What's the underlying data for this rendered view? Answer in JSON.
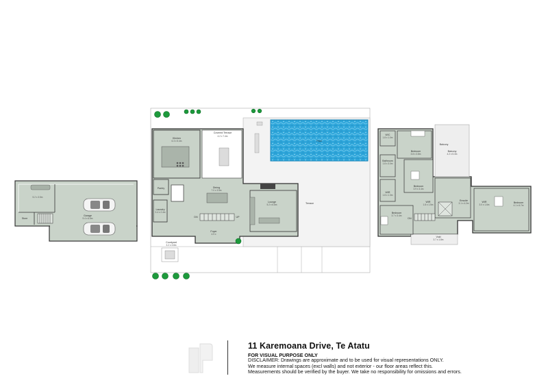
{
  "title": "11 Karemoana Drive, Te Atatu",
  "purpose_note": "FOR VISUAL PURPOSE ONLY",
  "disclaimer": {
    "label": "DISCLAIMER:",
    "line1": "Drawings are approximate and to be used for visual representations ONLY.",
    "line2": "We measure internal spaces (excl walls) and not exterior - our floor areas reflect this.",
    "line3": "Measurements should be verified by the buyer. We take no responsibility for omissions and errors."
  },
  "garage_plan": {
    "store": "Store",
    "room_size": "5.2 x 3.5m",
    "garage": "Garage",
    "garage_size": "9.4 x 6.5m"
  },
  "ground_floor": {
    "kitchen": "Kitchen",
    "kitchen_size": "6.3 x 5.4m",
    "covered_terrace": "Covered Terrace",
    "covered_terrace_size": "4.2 x 7.4m",
    "pool": "Pool",
    "pantry": "Pantry",
    "dining": "Dining",
    "dining_size": "7.0 x 3.5m",
    "lounge": "Lounge",
    "lounge_size": "5.2 x 6.6m",
    "terrace": "Terrace",
    "foyer": "Foyer",
    "foyer_size": "4.9 x",
    "laundry": "Laundry",
    "laundry_size": "3.4 x 2.4m",
    "dn": "DN",
    "up": "UP",
    "courtyard": "Courtyard",
    "courtyard_size": "3.2 x 3.8m"
  },
  "upper_floor": {
    "wc": "W/C",
    "wc_size": "1.8 x 1.0m",
    "bedroom1": "Bedroom",
    "bedroom1_size": "3.8 x 3.8m",
    "balcony1": "Balcony",
    "balcony1_size": "4.2 x 5.3m",
    "bathroom": "Bathroom",
    "bathroom_size": "1.8 x 3.0m",
    "bedroom2": "Bedroom",
    "bedroom2_size": "3.9 x 3.4m",
    "wir1": "WIR",
    "wir1_size": "1.8 x 1.3m",
    "wir2": "WIR",
    "wir2_size": "1.8 x 1.5m",
    "ensuite": "Ensuite",
    "ensuite_size": "3.1 x 4.2m",
    "wir3": "WIR",
    "wir3_size": "3.0 x 1.6m",
    "bedroom3": "Bedroom",
    "bedroom3_size": "3.7 x 3.4m",
    "bedroom4": "Bedroom",
    "bedroom4_size": "4.1 x 6.7m",
    "balcony2": "Balcony",
    "dn": "DN",
    "void": "Void",
    "void_size": "3.7 x 1.8m"
  }
}
